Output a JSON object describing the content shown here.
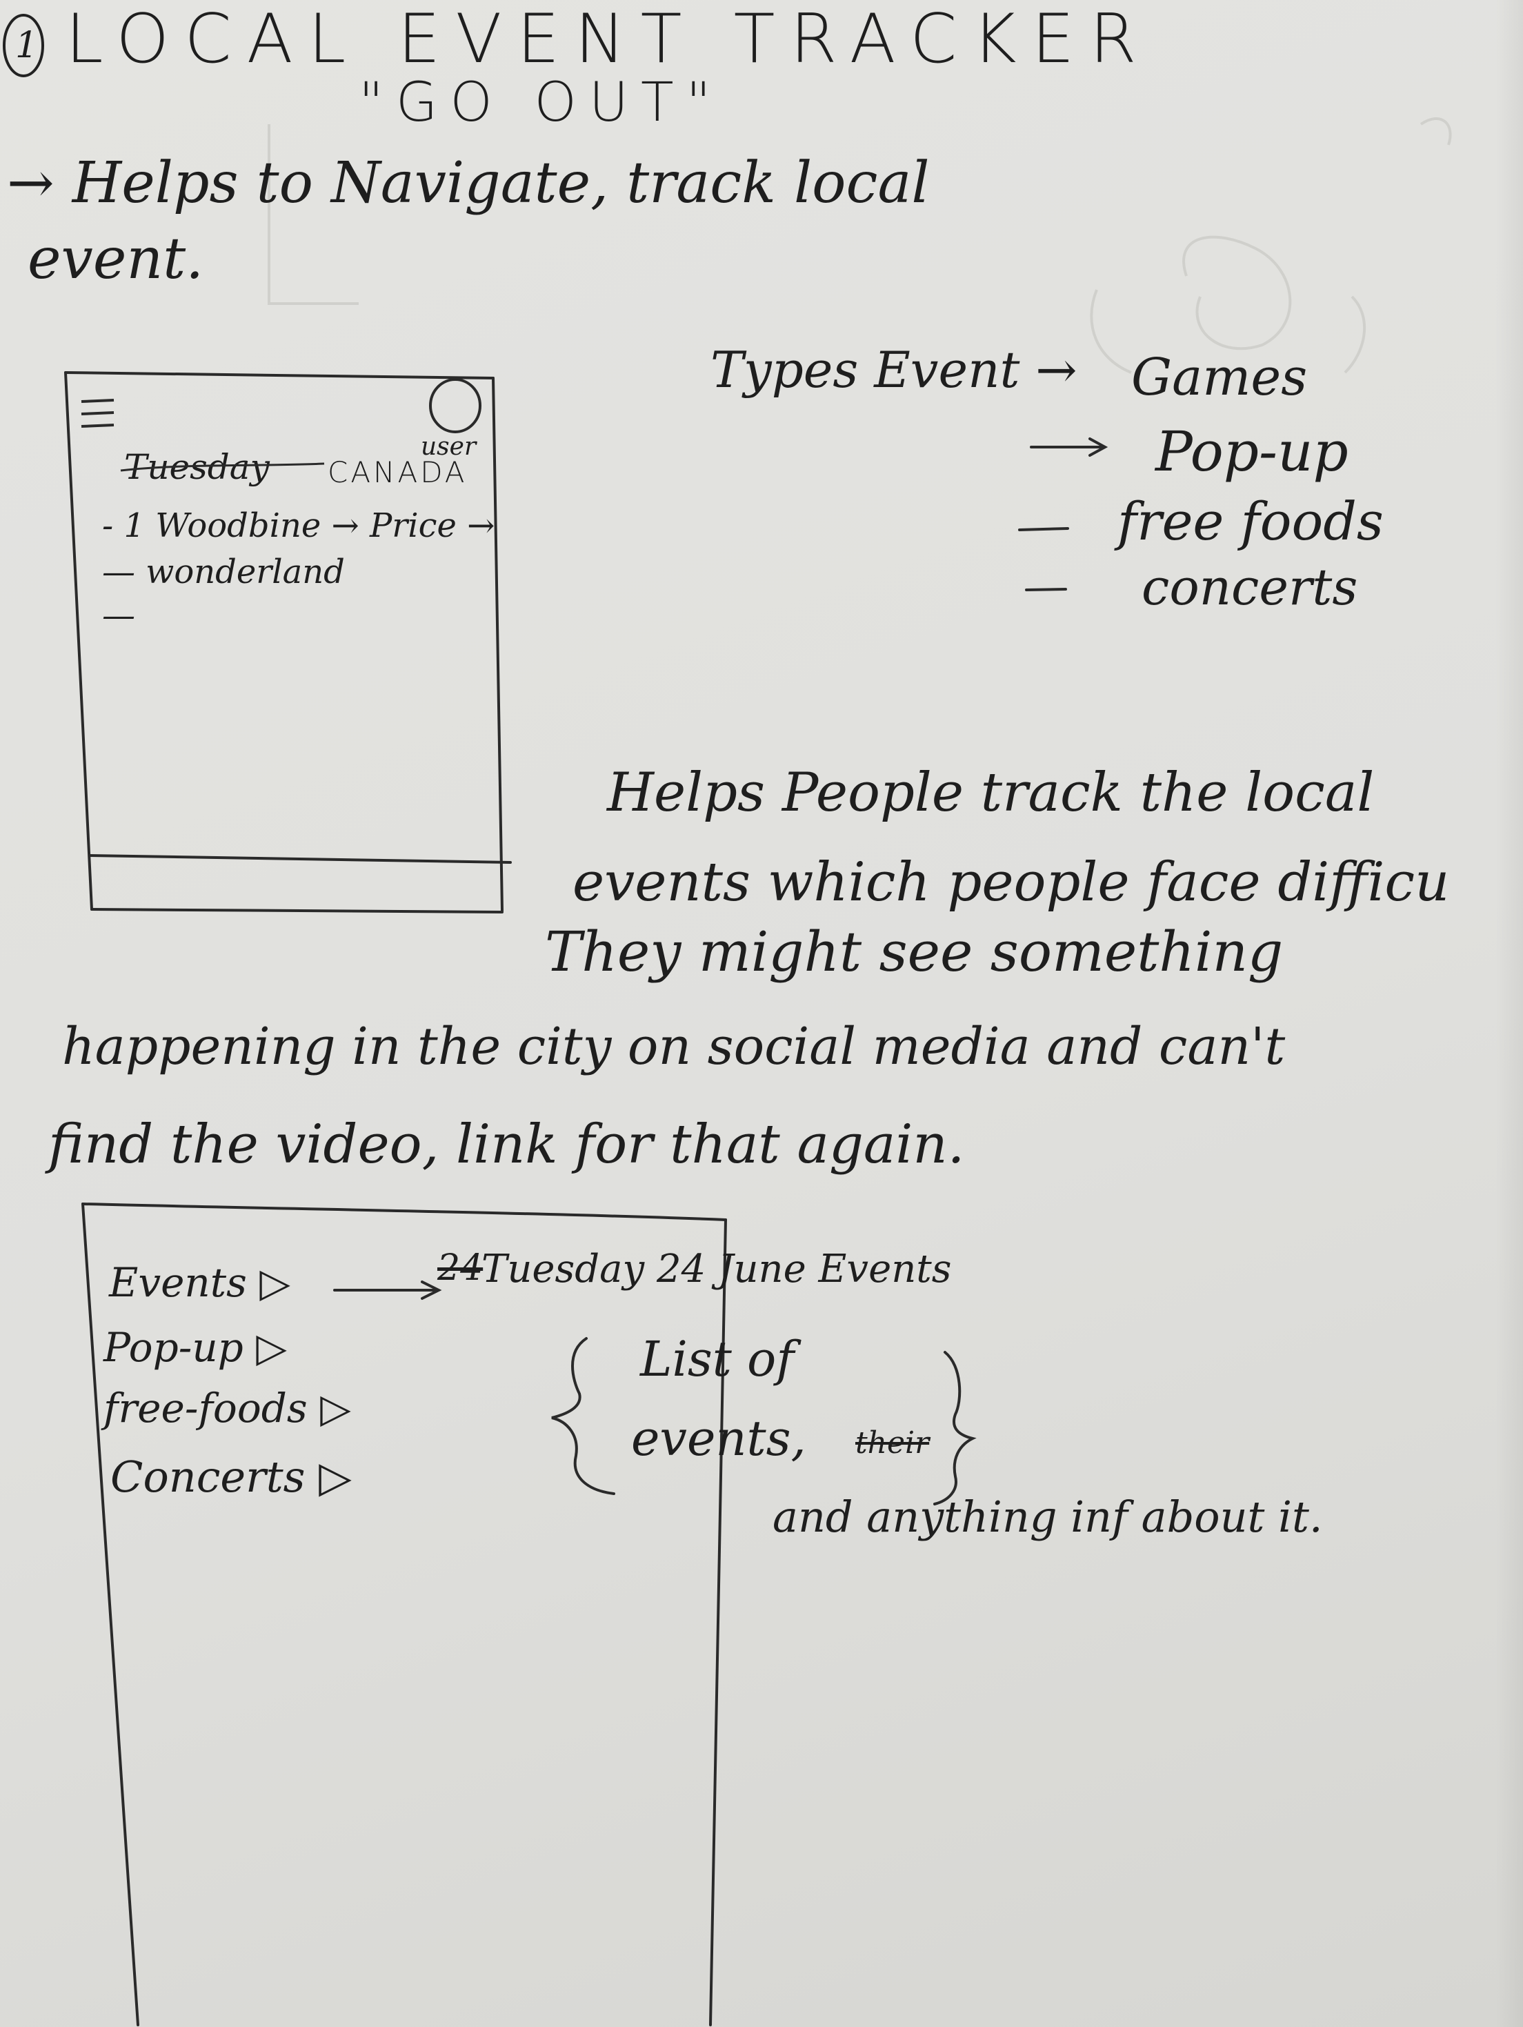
{
  "header": {
    "number": "1",
    "title": "LOCAL EVENT TRACKER",
    "subtitle": "\"GO OUT\""
  },
  "intro": {
    "line1": "→ Helps to Navigate, track local",
    "line2": "event."
  },
  "wireframe_home": {
    "menu_icon": "hamburger-icon",
    "avatar_icon": "user-circle-icon",
    "user_label": "user",
    "date_label": "Tuesday",
    "region_label": "CANADA",
    "items": [
      {
        "text": "- 1 Woodbine → Price →"
      },
      {
        "text": "— wonderland"
      },
      {
        "text": "—"
      }
    ]
  },
  "event_types": {
    "label": "Types Event →",
    "types": [
      "Games",
      "Pop-up",
      "free foods",
      "concerts"
    ]
  },
  "description": {
    "lines": [
      "Helps People track the local",
      "events which people face difficu",
      "They might see something",
      "happening in the city on social media and can't",
      "find the video, link for that again."
    ]
  },
  "wireframe_menu": {
    "items": [
      "Events ▷",
      "Pop-up ▷",
      "free-foods ▷",
      "Concerts ▷"
    ],
    "header_struck": "24",
    "header_text": "Tuesday 24 June Events",
    "list_line1": "List of",
    "list_line2": "events,",
    "list_struck": "their",
    "note": "and anything inf about it."
  },
  "colors": {
    "paper": "#e2e2df",
    "ink": "#1e1e1e",
    "ghost_ink": "#cfcfcb"
  }
}
